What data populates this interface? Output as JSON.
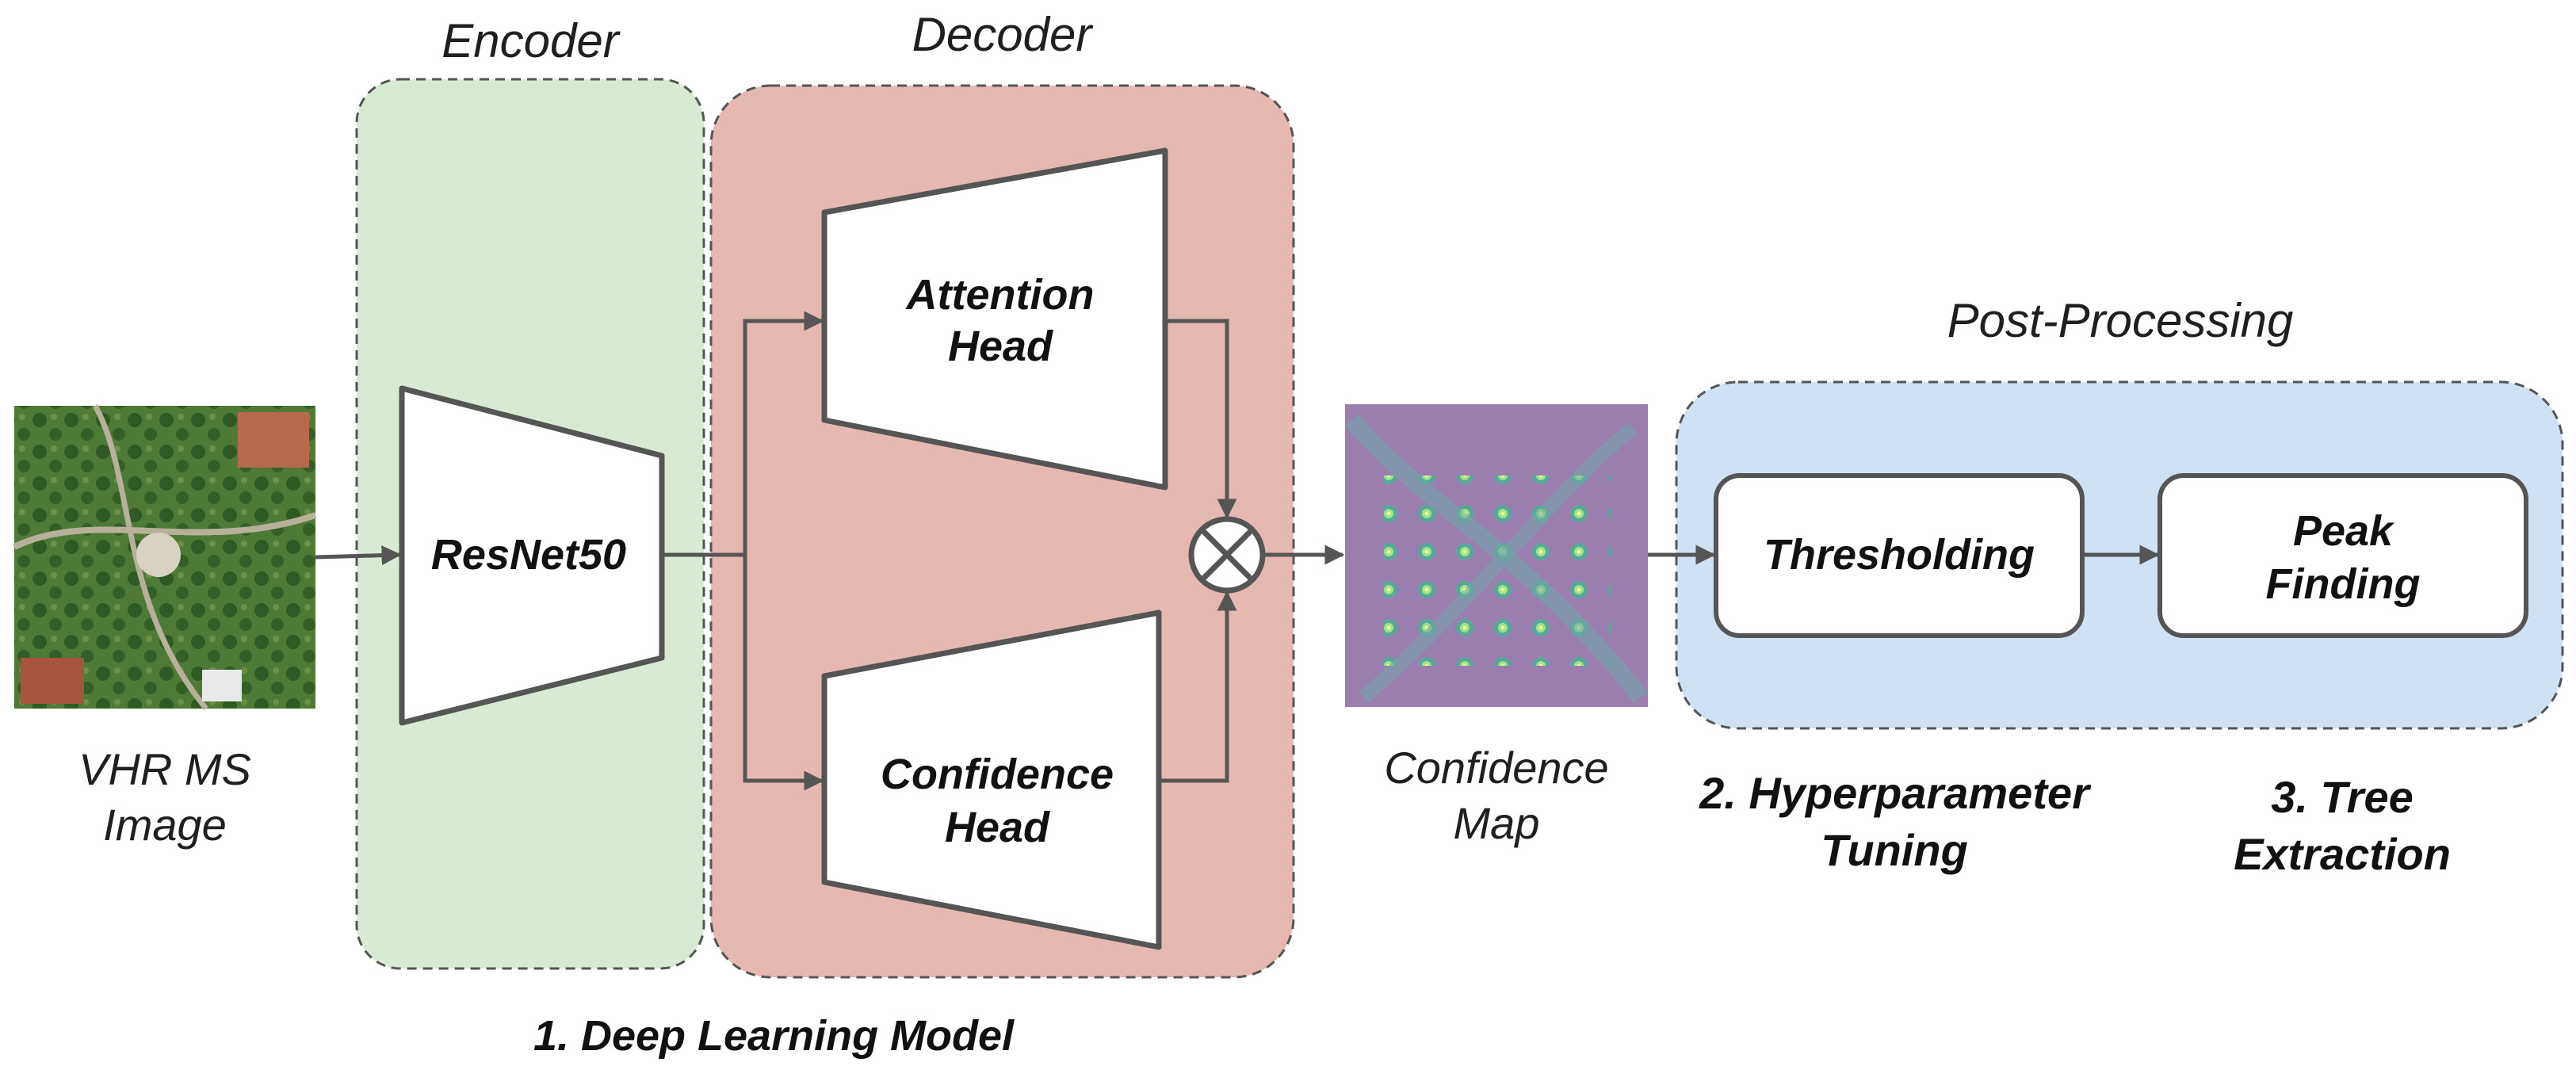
{
  "panels": {
    "encoder": "Encoder",
    "decoder": "Decoder",
    "post_processing": "Post-Processing"
  },
  "blocks": {
    "backbone": "ResNet50",
    "attention_head": [
      "Attention",
      "Head"
    ],
    "confidence_head": [
      "Confidence",
      "Head"
    ],
    "thresholding": "Thresholding",
    "peak_finding": [
      "Peak",
      "Finding"
    ]
  },
  "images": {
    "input_caption": [
      "VHR MS",
      "Image"
    ],
    "output_caption": [
      "Confidence",
      "Map"
    ]
  },
  "stages": {
    "stage1": "1. Deep Learning Model",
    "stage2": [
      "2. Hyperparameter",
      "Tuning"
    ],
    "stage3": [
      "3. Tree",
      "Extraction"
    ]
  },
  "colors": {
    "encoder_fill": "#d8ead3",
    "decoder_fill": "#e6b8b2",
    "post_fill": "#cfe1f2",
    "stroke": "#555555"
  },
  "icons": {
    "combine": "multiply-circle-icon"
  }
}
